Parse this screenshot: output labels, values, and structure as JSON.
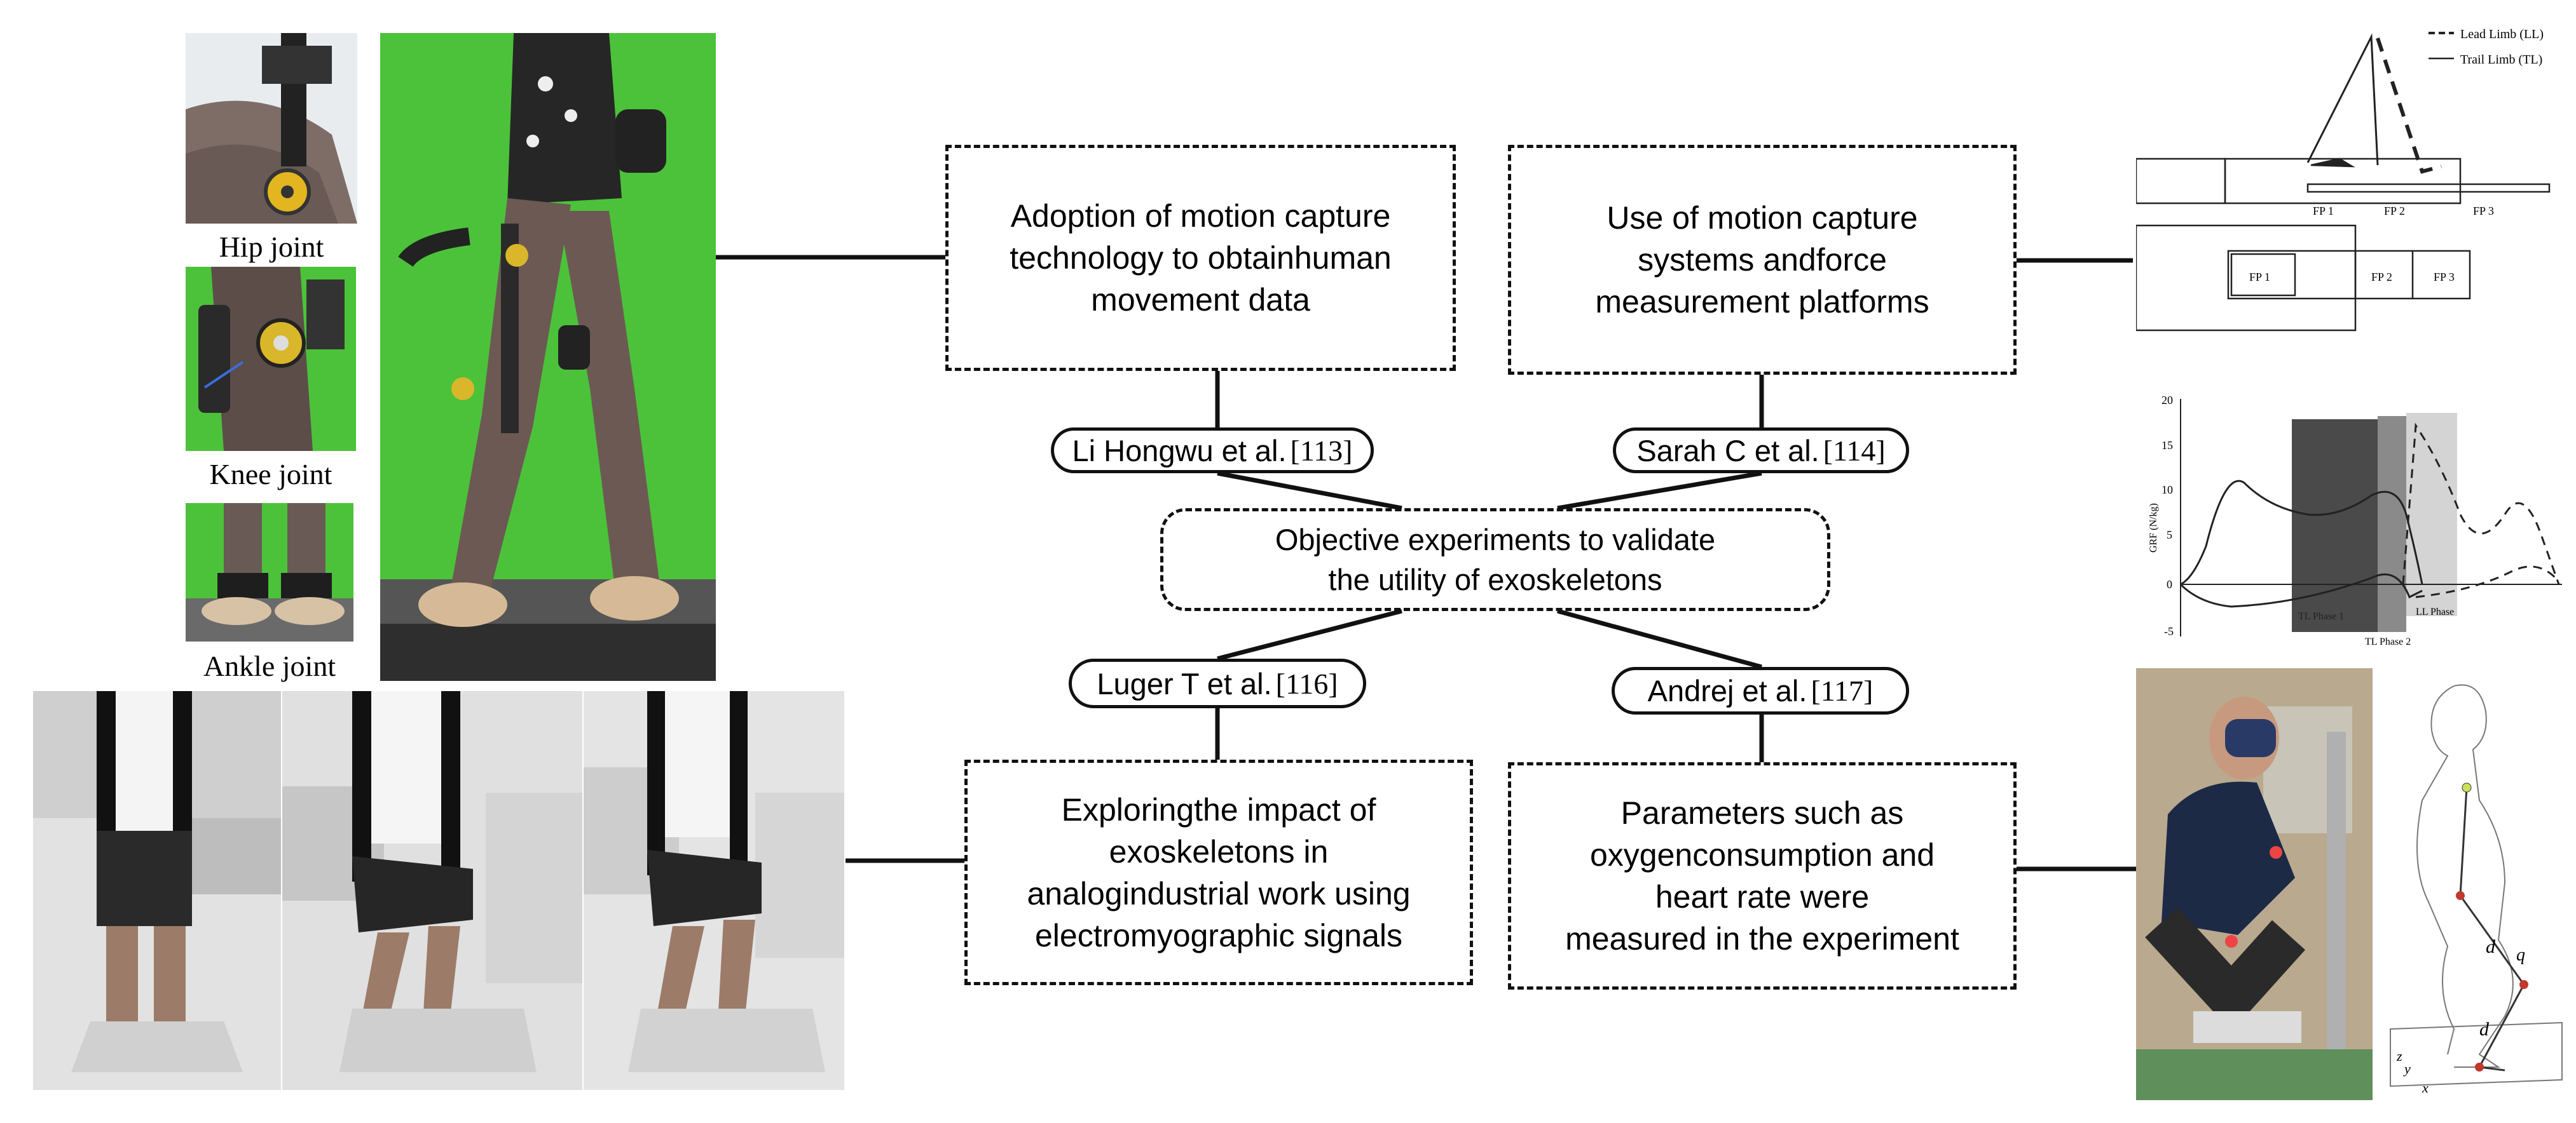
{
  "joint_captions": {
    "hip": "Hip joint",
    "knee": "Knee joint",
    "ankle": "Ankle joint"
  },
  "boxes": {
    "top_left": [
      "Adoption of motion capture",
      "technology to obtainhuman",
      "movement data"
    ],
    "top_right": [
      "Use of motion capture",
      "systems andforce",
      "measurement platforms"
    ],
    "bottom_left": [
      "Exploringthe impact of",
      "exoskeletons in",
      "analogindustrial work using",
      "electromyographic signals"
    ],
    "bottom_right": [
      "Parameters such as",
      "oxygenconsumption and",
      "heart rate were",
      "measured in the experiment"
    ]
  },
  "refs": {
    "li": {
      "name": "Li Hongwu et al.",
      "num": "[113]"
    },
    "sarah": {
      "name": "Sarah C et al.",
      "num": "[114]"
    },
    "luger": {
      "name": "Luger T et al.",
      "num": "[116]"
    },
    "andrej": {
      "name": "Andrej et al.",
      "num": "[117]"
    }
  },
  "center": [
    "Objective experiments to validate",
    "the utility of exoskeletons"
  ],
  "force_plate_figure": {
    "legend_lead": "Lead Limb (LL)",
    "legend_trail": "Trail Limb (TL)",
    "plates": [
      "FP 1",
      "FP 2",
      "FP 3"
    ]
  },
  "grf_chart": {
    "ylabel": "GRF (N/kg)",
    "yticks": [
      "20",
      "15",
      "10",
      "5",
      "0",
      "-5"
    ],
    "phase_labels": [
      "TL Phase 1",
      "TL Phase 2",
      "LL Phase"
    ]
  },
  "skeleton_labels": {
    "d": "d",
    "q": "q",
    "z": "z",
    "y": "y",
    "x": "x"
  },
  "colors": {
    "line": "#111111",
    "dark_phase": "#4a4a4a",
    "mid_phase": "#8a8a8a",
    "light_phase": "#d4d4d4",
    "green_screen": "#4cc23a"
  }
}
